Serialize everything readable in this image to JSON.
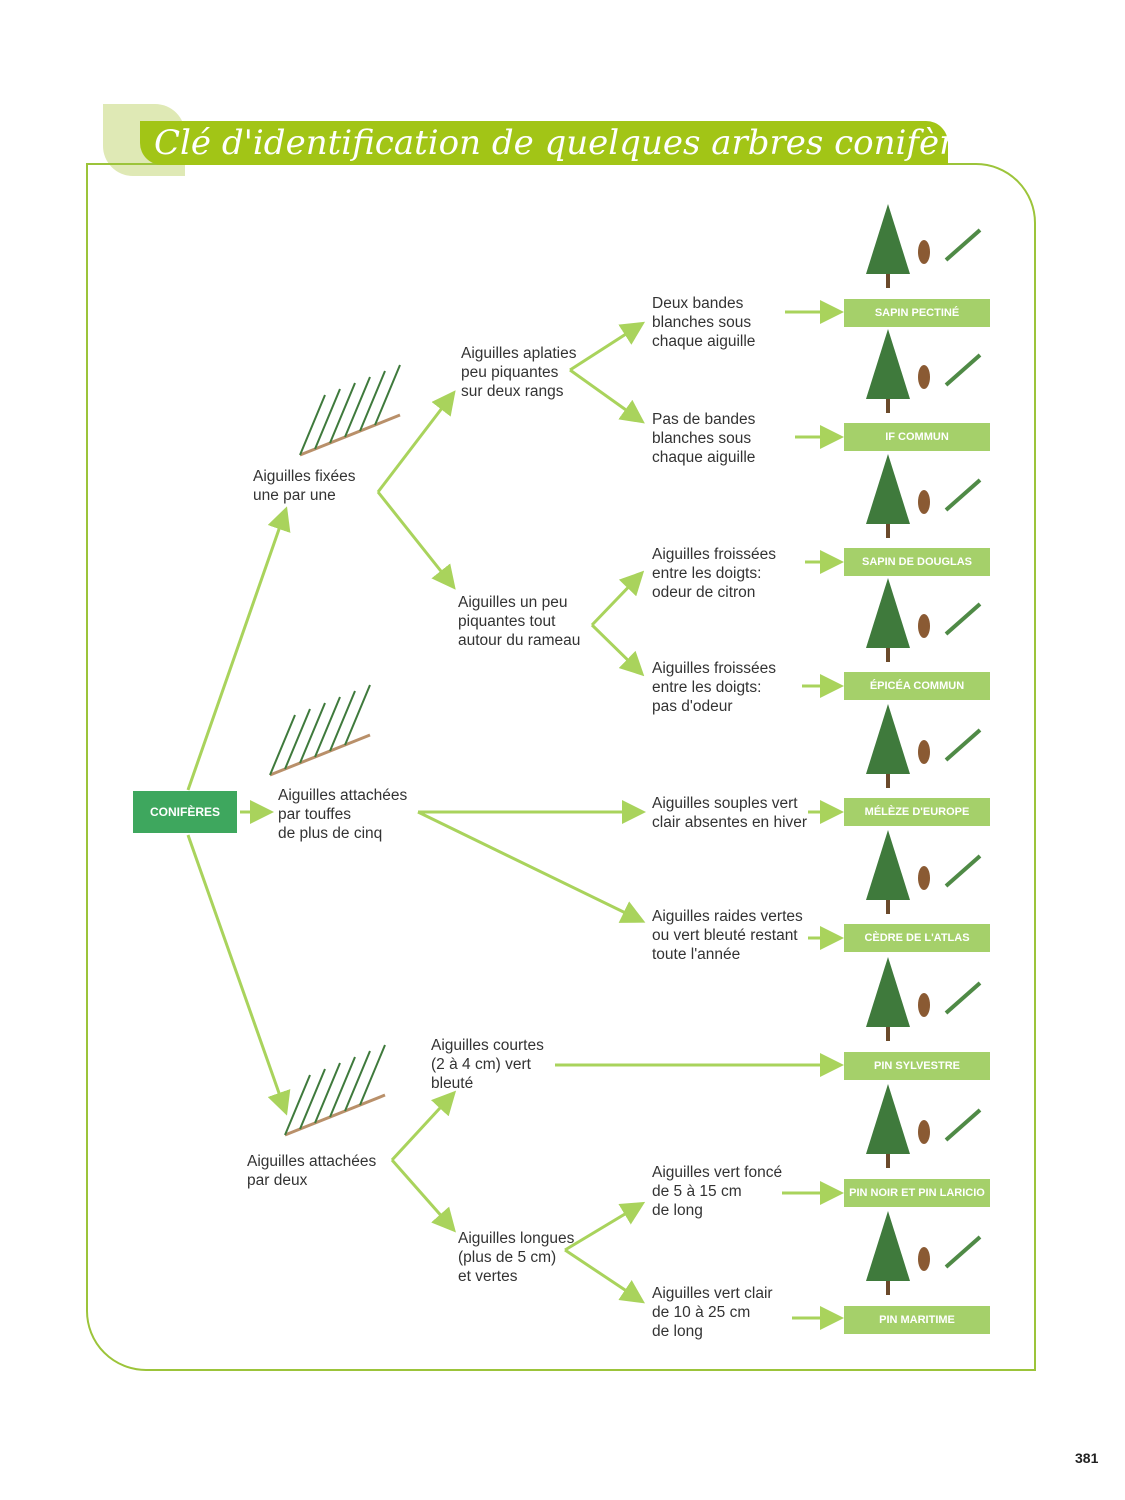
{
  "title": "Clé d'identification de quelques arbres conifères",
  "root": "CONIFÈRES",
  "level1": [
    "Aiguilles fixées\nune par une",
    "Aiguilles attachées\npar touffes\nde plus de cinq",
    "Aiguilles attachées\npar deux"
  ],
  "level2": [
    "Aiguilles aplaties\npeu piquantes\nsur deux rangs",
    "Aiguilles un peu\npiquantes tout\nautour du rameau",
    "Aiguilles courtes\n(2 à 4 cm) vert\nbleuté",
    "Aiguilles longues\n(plus de 5 cm)\net vertes"
  ],
  "level3": [
    "Deux bandes\nblanches sous\nchaque aiguille",
    "Pas de bandes\nblanches sous\nchaque aiguille",
    "Aiguilles froissées\nentre les doigts:\nodeur de citron",
    "Aiguilles froissées\nentre les doigts:\npas d'odeur",
    "Aiguilles souples vert\nclair absentes en hiver",
    "Aiguilles raides vertes\nou vert bleuté restant\ntoute l'année",
    "Aiguilles vert foncé\nde 5 à 15 cm\nde long",
    "Aiguilles vert clair\nde 10 à 25 cm\nde long"
  ],
  "species": [
    "SAPIN PECTINÉ",
    "IF COMMUN",
    "SAPIN DE DOUGLAS",
    "ÉPICÉA COMMUN",
    "MÉLÈZE D'EUROPE",
    "CÈDRE DE L'ATLAS",
    "PIN SYLVESTRE",
    "PIN NOIR ET PIN LARICIO",
    "PIN MARITIME"
  ],
  "page_number": "381",
  "colors": {
    "title": "#a2c516",
    "line": "#a9d35c",
    "species": "#a5d06a",
    "root": "#3ea75e"
  }
}
